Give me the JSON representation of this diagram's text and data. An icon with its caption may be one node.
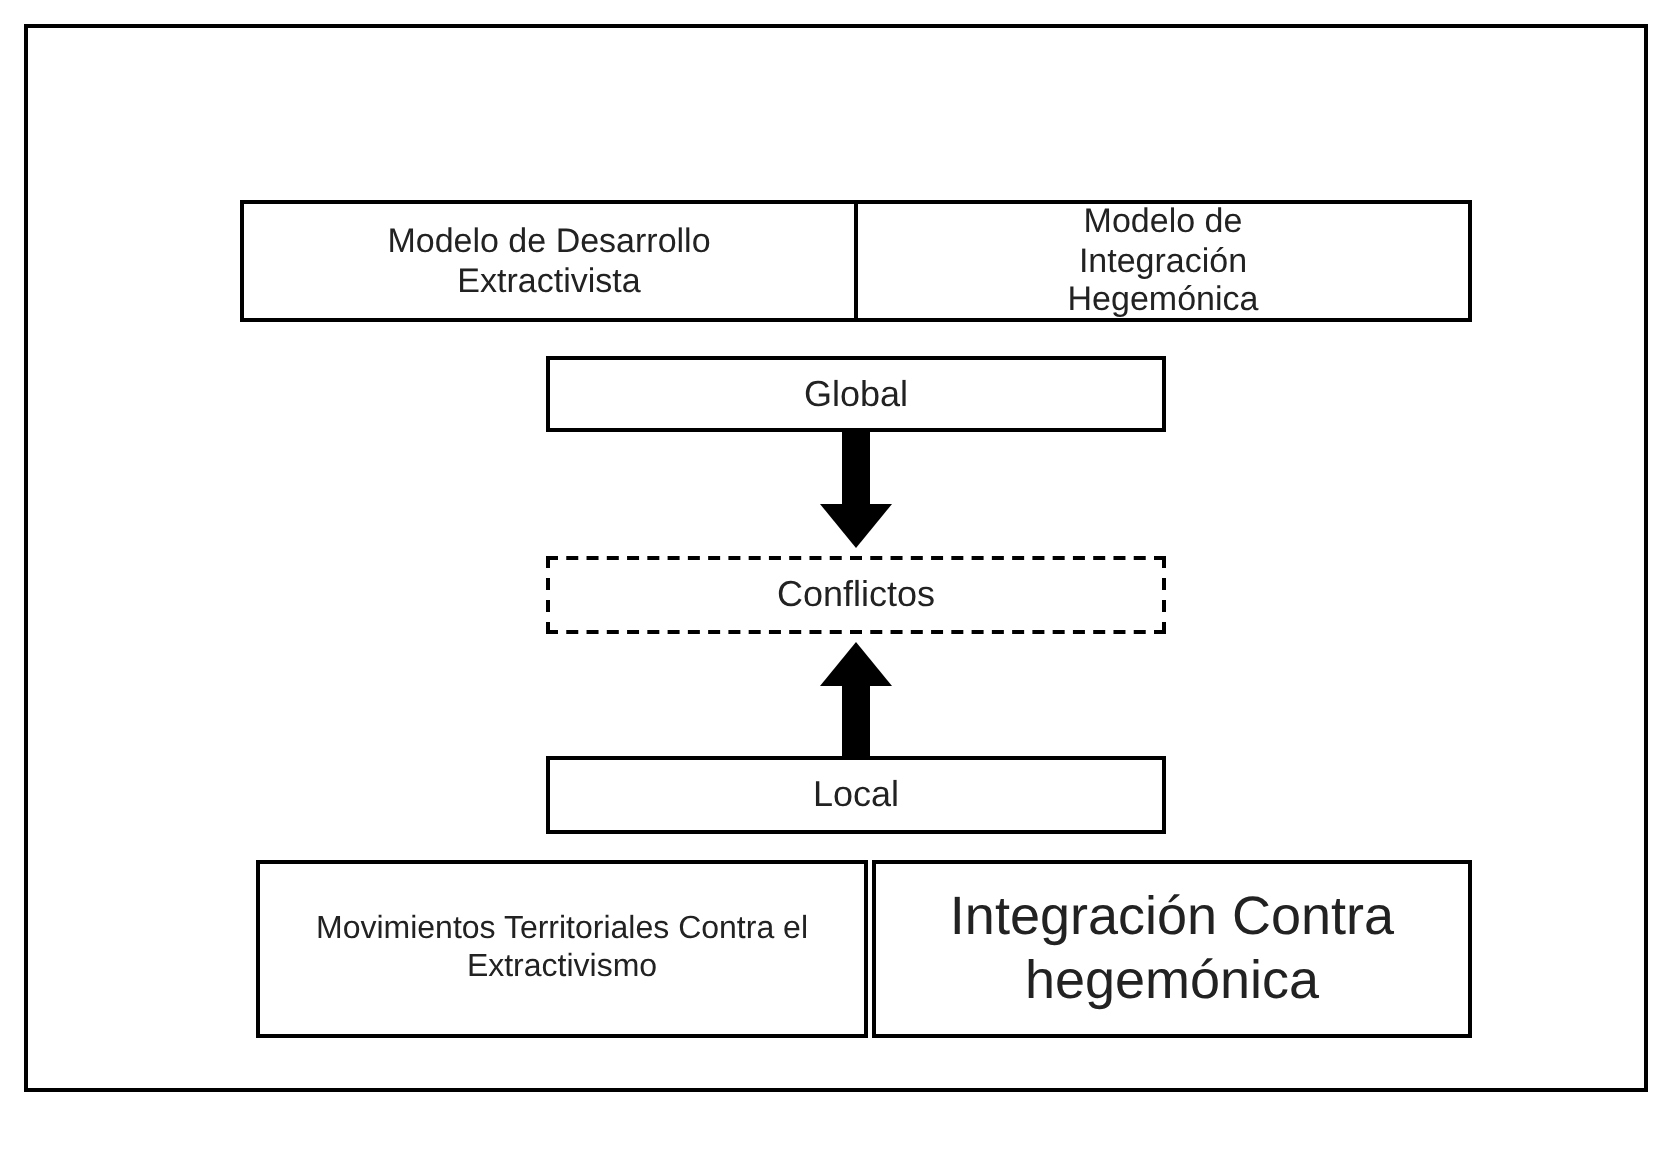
{
  "diagram": {
    "nodes": [
      {
        "text": [
          "Modelo de Desarrollo Extractivista"
        ]
      },
      {
        "text": [
          "Modelo de Integración Hegemónica"
        ]
      },
      {
        "text": [
          "Global"
        ]
      },
      {
        "text": [
          "Conflictos"
        ]
      },
      {
        "text": [
          "Local"
        ]
      },
      {
        "text": [
          "Movimientos Territoriales Contra el Extractivismo"
        ]
      },
      {
        "text": [
          "Integración Contra hegemónica"
        ]
      }
    ],
    "edges": [
      {
        "from": 2,
        "to": 3,
        "arrow": "to"
      },
      {
        "from": 4,
        "to": 3,
        "arrow": "to"
      }
    ]
  }
}
